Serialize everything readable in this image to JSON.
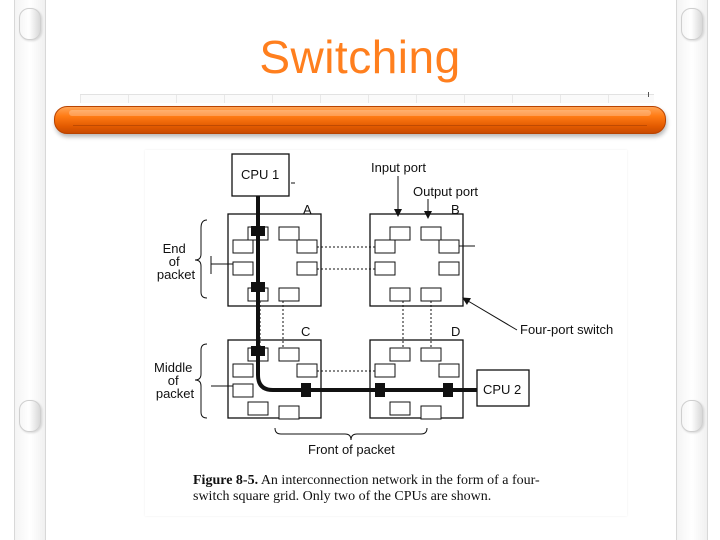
{
  "slide": {
    "title": "Switching",
    "accent_color": "#ff7f1e",
    "bar_color": "#f26c0d"
  },
  "diagram": {
    "nodes": {
      "cpu1": "CPU 1",
      "cpu2": "CPU 2",
      "switch_a": "A",
      "switch_b": "B",
      "switch_c": "C",
      "switch_d": "D"
    },
    "labels": {
      "input_port": "Input port",
      "output_port": "Output port",
      "four_port_switch": "Four-port switch",
      "end_of_packet": [
        "End",
        "of",
        "packet"
      ],
      "middle_of_packet": [
        "Middle",
        "of",
        "packet"
      ],
      "front_of_packet": "Front of packet"
    },
    "caption": {
      "figure_label": "Figure 8-5.",
      "line1": "An interconnection network in the form of a four-",
      "line2": "switch square grid.  Only two of the CPUs are shown."
    }
  }
}
